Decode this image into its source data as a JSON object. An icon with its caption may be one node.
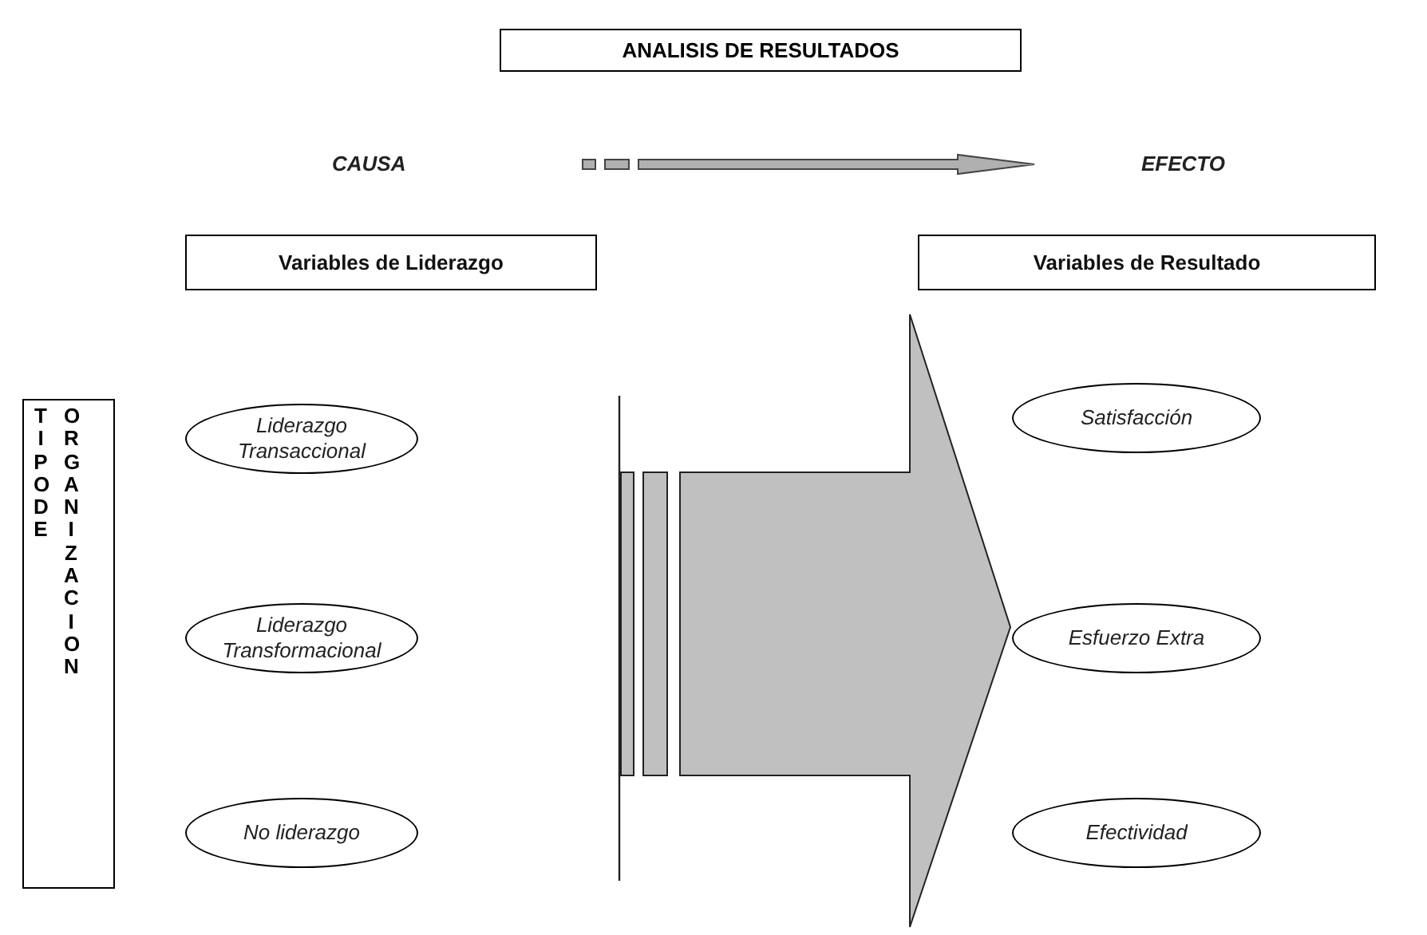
{
  "diagram": {
    "title": "ANALISIS DE RESULTADOS",
    "nodes": [
      {
        "text": [
          "CAUSA"
        ]
      },
      {
        "text": [
          "EFECTO"
        ]
      },
      {
        "text": [
          "Variables de Liderazgo"
        ]
      },
      {
        "text": [
          "Variables de Resultado"
        ]
      },
      {
        "text": [
          "TIPO DE",
          "ORGANIZACION"
        ]
      },
      {
        "text": [
          "Liderazgo Transaccional"
        ]
      },
      {
        "text": [
          "Liderazgo Transformacional"
        ]
      },
      {
        "text": [
          "No liderazgo"
        ]
      },
      {
        "text": [],
        "shape": "arrow"
      },
      {
        "text": [
          "Satisfacción"
        ]
      },
      {
        "text": [
          "Esfuerzo Extra"
        ]
      },
      {
        "text": [
          "Efectividad"
        ]
      }
    ],
    "edges": [
      {
        "from": 0,
        "to": 1,
        "arrow": "to"
      }
    ]
  }
}
